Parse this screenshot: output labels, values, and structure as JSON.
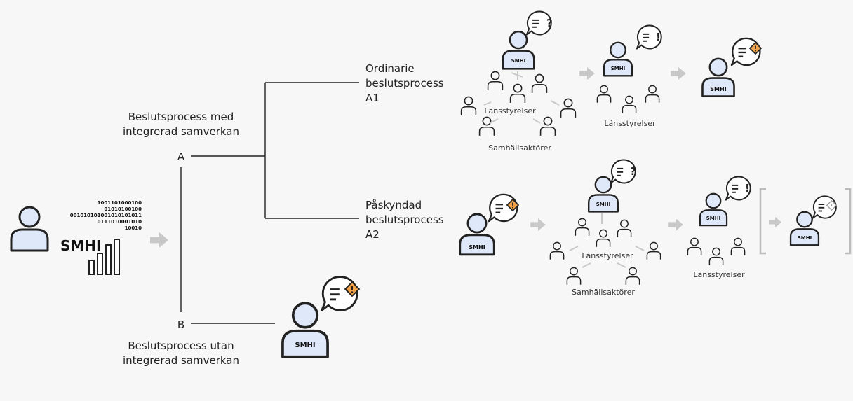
{
  "colors": {
    "background": "#f7f7f8",
    "person_fill": "#dfe8f8",
    "stroke": "#222222",
    "arrow": "#c8c8c8",
    "warning": "#f2a24b"
  },
  "labels": {
    "beslut_med_line1": "Beslutsprocess med",
    "beslut_med_line2": "integrerad samverkan",
    "letter_a": "A",
    "letter_b": "B",
    "beslut_utan_line1": "Beslutsprocess utan",
    "beslut_utan_line2": "integrerad samverkan",
    "a1_line1": "Ordinarie",
    "a1_line2": "beslutsprocess",
    "a1_line3": "A1",
    "a2_line1": "Påskyndad",
    "a2_line2": "beslutsprocess",
    "a2_line3": "A2",
    "lansstyrelser": "Länsstyrelser",
    "samhallsaktorer": "Samhällsaktörer",
    "smhi": "SMHI"
  },
  "binary_lines": [
    "1001101000100",
    "01010100100",
    "001010101001010101011",
    "0111010001010",
    "10010"
  ],
  "icons": {
    "question": "question-bubble-icon",
    "exclaim": "exclamation-bubble-icon",
    "warning": "warning-diamond-icon",
    "arrow": "arrow-right-icon"
  }
}
